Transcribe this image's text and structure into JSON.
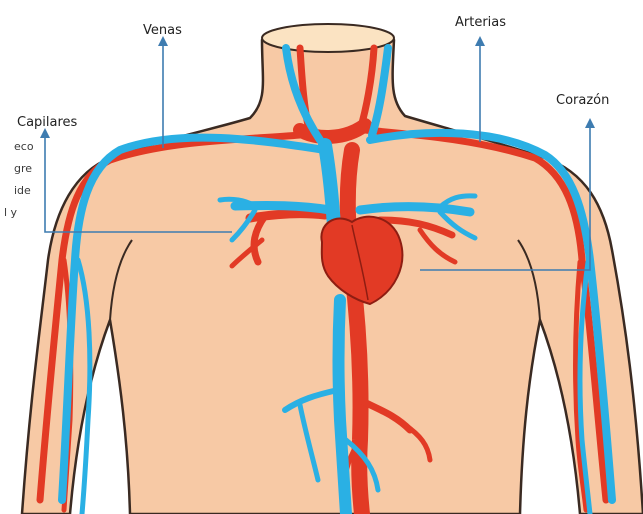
{
  "labels": {
    "venas": "Venas",
    "arterias": "Arterias",
    "capilares": "Capilares",
    "corazon": "Corazón"
  },
  "cut_text_lines": [
    "eco",
    "gre",
    "ide",
    "l y"
  ],
  "colors": {
    "skin": "#f7c9a5",
    "skin_outline": "#3a2a22",
    "vein": "#2ab0e4",
    "artery": "#e23a25",
    "heart": "#e23a25",
    "arrow": "#3e7cb0",
    "background": "#ffffff"
  }
}
